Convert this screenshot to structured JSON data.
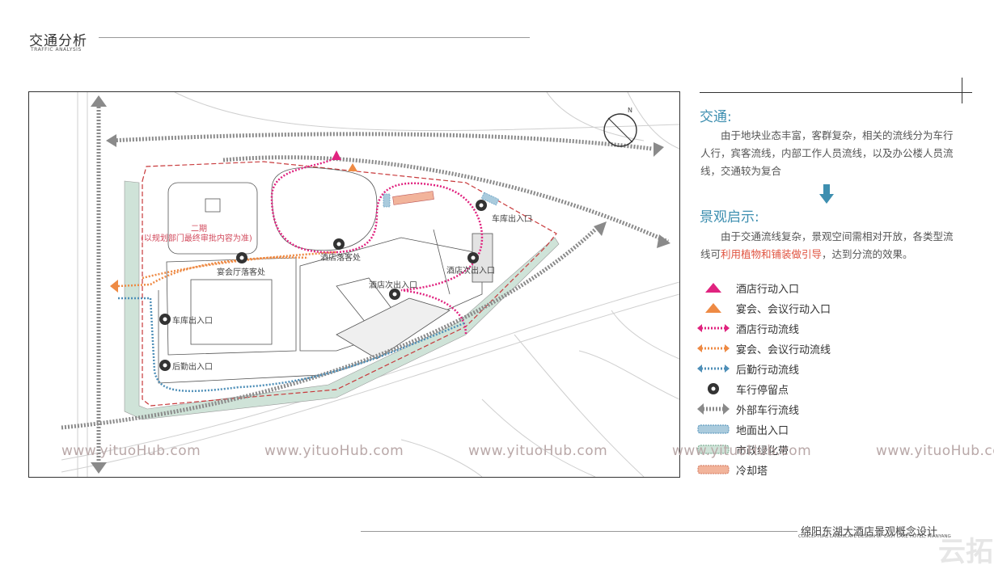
{
  "header": {
    "title": "交通分析",
    "subtitle": "TRAFFIC ANALYSIS"
  },
  "plan": {
    "labels": {
      "phase2": "二期",
      "phase2_note": "(以规划部门最终审批内容为准)",
      "banquet_dropoff": "宴会厅落客处",
      "hotel_dropoff": "酒店落客处",
      "hotel_secondary_exit": "酒店次出入口",
      "hotel_secondary_exit_2": "酒店次出入口",
      "garage_exit_ne": "车库出入口",
      "garage_exit_w": "车库出入口",
      "service_exit": "后勤出入口"
    },
    "compass": "N",
    "colors": {
      "hotel_flow": "#e0237f",
      "banquet_flow": "#ee8a44",
      "service_flow": "#4e8fb8",
      "external_flow": "#8a8a8a",
      "site_boundary": "#c8393b",
      "green_belt": "#cfe3d8",
      "ground_exit": "#aacbdd",
      "cooling_tower": "#f2b49b"
    }
  },
  "panel": {
    "traffic_title": "交通:",
    "traffic_text": "由于地块业态丰富，客群复杂，相关的流线分为车行人行，宾客流线，内部工作人员流线，以及办公楼人员流线，交通较为复合",
    "landscape_title": "景观启示:",
    "landscape_text_1": "由于交通流线复杂，景观空间需相对开放，各类型流线可",
    "landscape_text_hl": "利用植物和铺装做引导",
    "landscape_text_2": "，达到分流的效果。"
  },
  "legend": [
    {
      "label": "酒店行动入口",
      "icon": "triangle-magenta-icon"
    },
    {
      "label": "宴会、会议行动入口",
      "icon": "triangle-orange-icon"
    },
    {
      "label": "酒店行动流线",
      "icon": "dotted-arrow-magenta-icon"
    },
    {
      "label": "宴会、会议行动流线",
      "icon": "dotted-arrow-orange-icon"
    },
    {
      "label": "后勤行动流线",
      "icon": "dotted-arrow-blue-icon"
    },
    {
      "label": "车行停留点",
      "icon": "stop-point-icon"
    },
    {
      "label": "外部车行流线",
      "icon": "dotted-arrow-gray-icon"
    },
    {
      "label": "地面出入口",
      "icon": "blue-swatch-icon"
    },
    {
      "label": "市政绿化带",
      "icon": "green-swatch-icon"
    },
    {
      "label": "冷却塔",
      "icon": "orange-swatch-icon"
    }
  ],
  "watermarks": [
    "www.yituoHub.com",
    "www.yituoHub.com",
    "www.yituoHub.com",
    "www.yituoHub.com",
    "www.yituoHub.com"
  ],
  "footer": {
    "title": "绵阳东湖大酒店景观概念设计",
    "subtitle": "CONCEPTUAL LANDSCAPE DESIGN OF EAST LAKE HOTEL, MIANYANG",
    "logo": "云拓"
  }
}
